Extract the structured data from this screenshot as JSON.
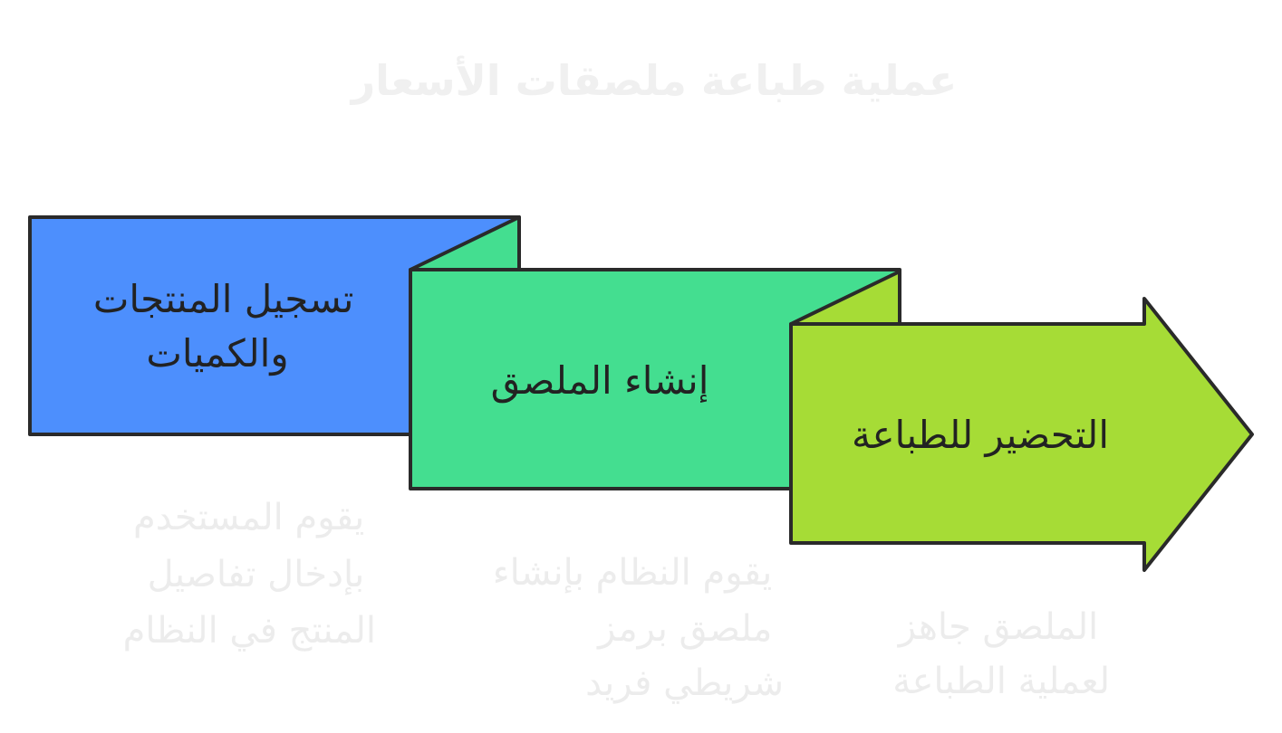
{
  "title": "عملية طباعة ملصقات الأسعار",
  "steps": [
    {
      "label_lines": [
        "تسجيل المنتجات",
        "والكميات"
      ],
      "description_lines": [
        "يقوم المستخدم",
        "بإدخال تفاصيل",
        "المنتج في النظام"
      ],
      "color": "#4d8ffd"
    },
    {
      "label_lines": [
        "إنشاء الملصق"
      ],
      "description_lines": [
        "يقوم النظام بإنشاء",
        "ملصق برمز",
        "شريطي فريد"
      ],
      "color": "#44de90"
    },
    {
      "label_lines": [
        "التحضير للطباعة"
      ],
      "description_lines": [
        "الملصق جاهز",
        "لعملية الطباعة"
      ],
      "color": "#a6dc36"
    }
  ],
  "colors": {
    "stroke": "#2a2a2a",
    "label_text": "#222222",
    "faded_text": "#ececec",
    "title_text": "#f0f0f0"
  }
}
